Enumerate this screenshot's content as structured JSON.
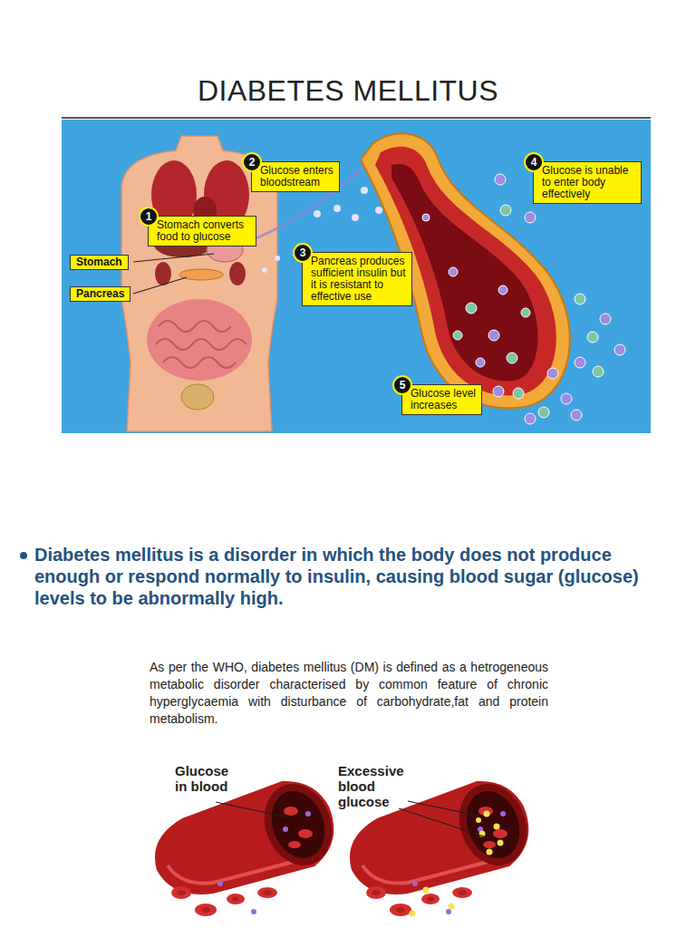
{
  "diagram": {
    "title": "DIABETES MELLITUS",
    "nodes": [
      {
        "text": [
          "1",
          "Stomach converts food to glucose"
        ]
      },
      {
        "text": [
          "2",
          "Glucose enters bloodstream"
        ]
      },
      {
        "text": [
          "3",
          "Pancreas produces sufficient insulin but it is resistant to effective use"
        ]
      },
      {
        "text": [
          "4",
          "Glucose is unable to enter body effectively"
        ]
      },
      {
        "text": [
          "5",
          "Glucose level increases"
        ]
      },
      {
        "text": [
          "Stomach"
        ]
      },
      {
        "text": [
          "Pancreas"
        ]
      }
    ],
    "labels": [
      "Diabetes mellitus is a disorder in which the body does not produce enough or respond normally to insulin, causing blood sugar (glucose) levels to be abnormally high.",
      "As per the WHO, diabetes mellitus (DM) is defined as a hetrogeneous metabolic disorder characterised by common feature of chronic hyperglycaemia with disturbance of carbohydrate,fat and protein metabolism.",
      "Glucose in blood",
      "Excessive blood glucose"
    ]
  }
}
